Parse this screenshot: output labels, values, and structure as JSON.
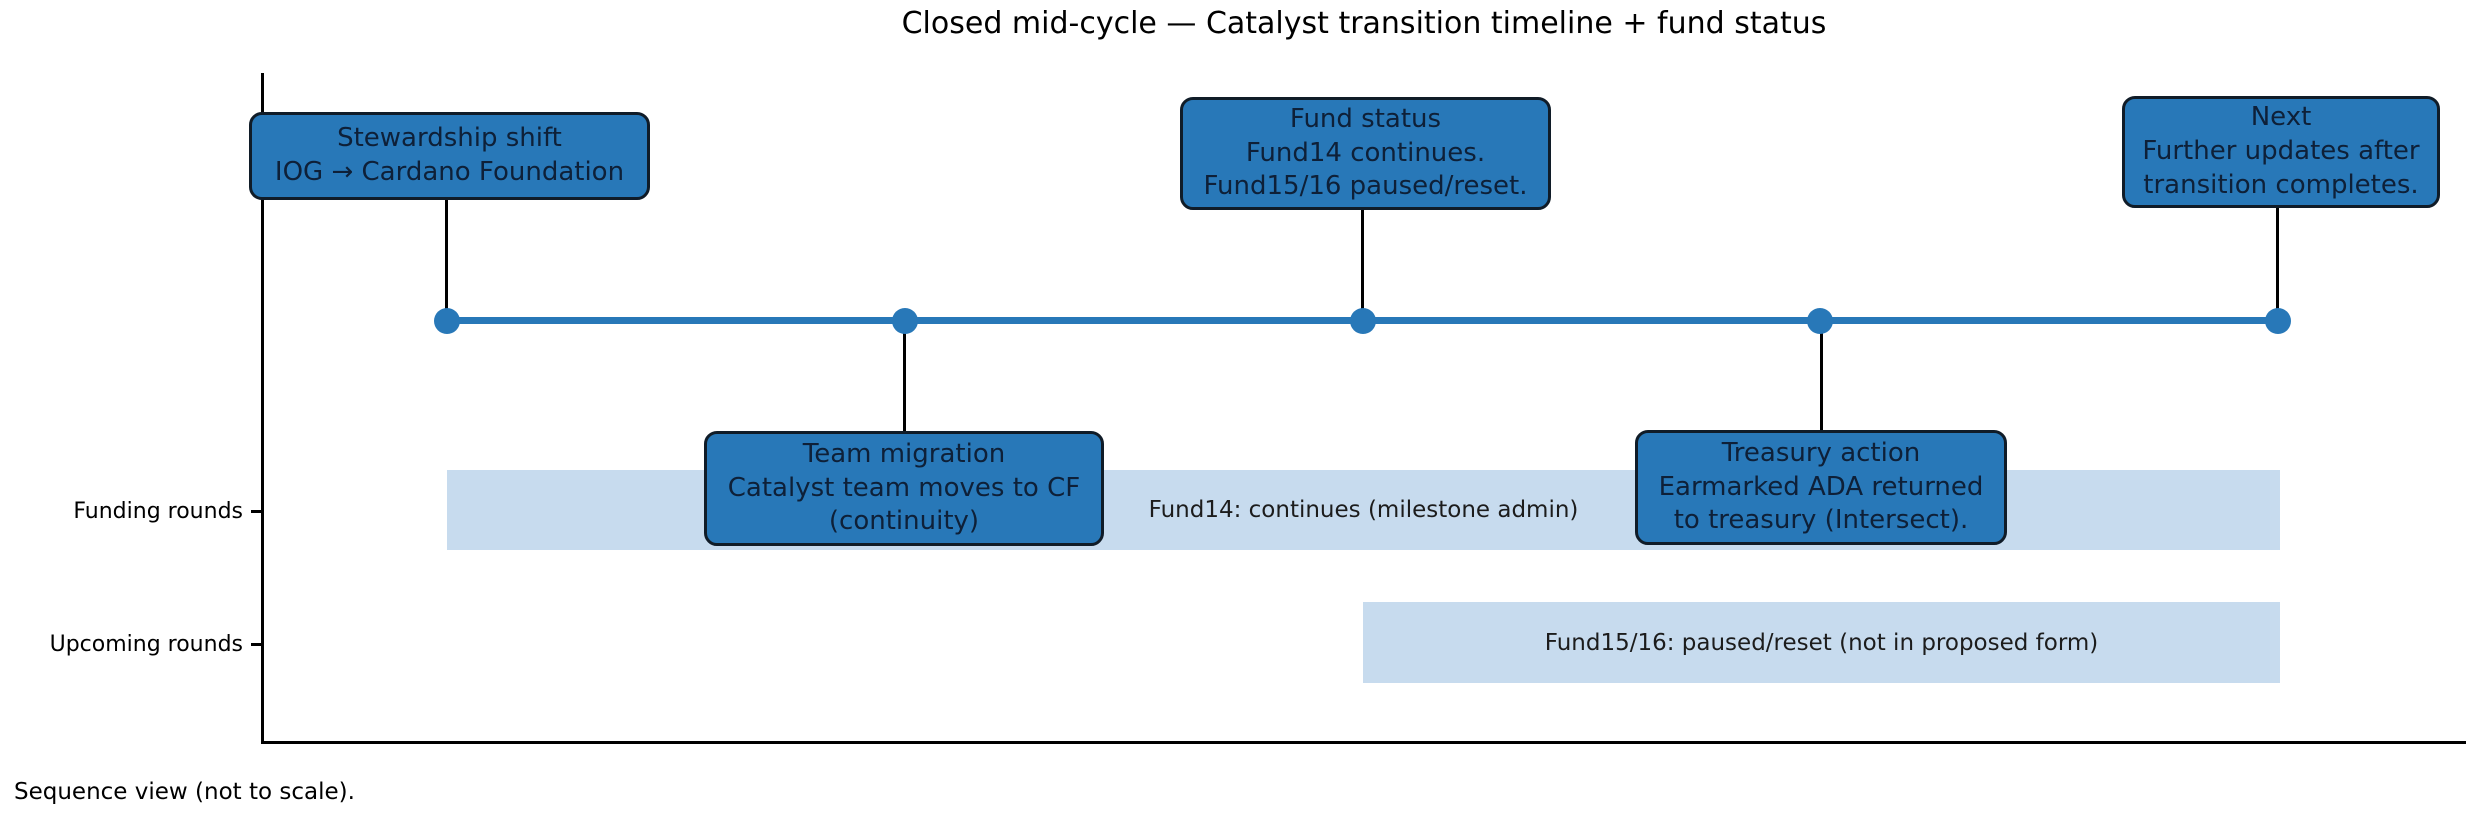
{
  "title": "Closed mid-cycle — Catalyst transition timeline + fund status",
  "footnote": "Sequence view (not to scale).",
  "colors": {
    "accent_blue": "#2878b8",
    "callout_border": "#101c28",
    "callout_text": "#0e2038",
    "bar_fill": "#c7dbee",
    "text": "#000000"
  },
  "timeline": {
    "events": [
      {
        "id": "stewardship-shift",
        "side": "above",
        "label": "Stewardship shift\nIOG → Cardano Foundation"
      },
      {
        "id": "team-migration",
        "side": "below",
        "label": "Team migration\nCatalyst team moves to CF\n(continuity)"
      },
      {
        "id": "fund-status",
        "side": "above",
        "label": "Fund status\nFund14 continues.\nFund15/16 paused/reset."
      },
      {
        "id": "treasury-action",
        "side": "below",
        "label": "Treasury action\nEarmarked ADA returned\nto treasury (Intersect)."
      },
      {
        "id": "next",
        "side": "above",
        "label": "Next\nFurther updates after\ntransition completes."
      }
    ]
  },
  "gantt": {
    "rows": [
      {
        "axis_label": "Funding rounds",
        "bar_label": "Fund14: continues (milestone admin)"
      },
      {
        "axis_label": "Upcoming rounds",
        "bar_label": "Fund15/16: paused/reset (not in proposed form)"
      }
    ]
  }
}
